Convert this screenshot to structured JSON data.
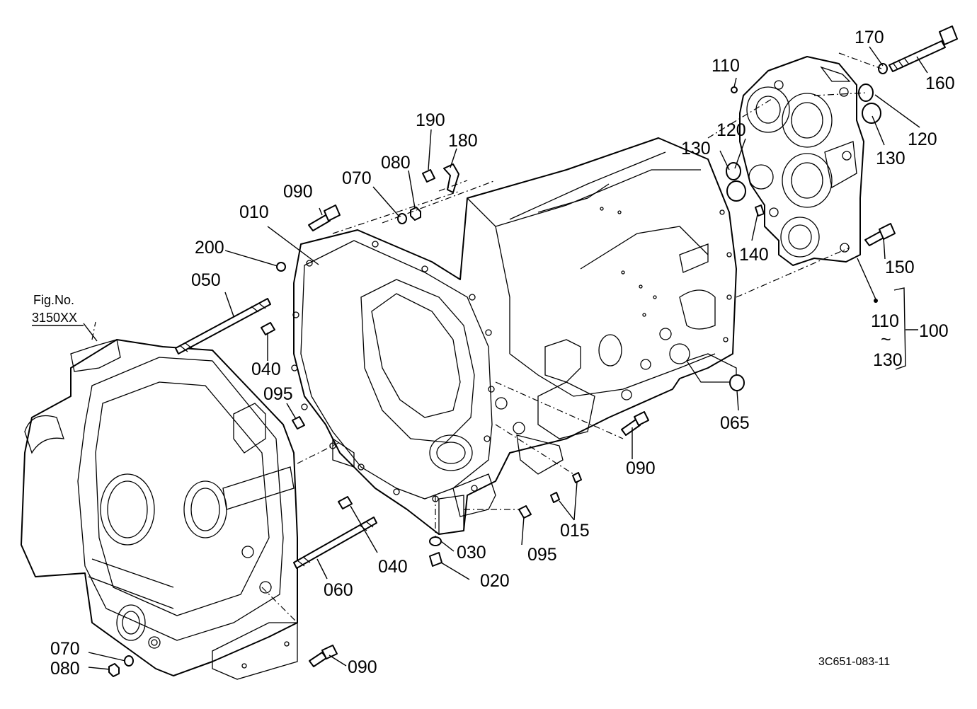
{
  "figure_ref": {
    "line1": "Fig.No.",
    "line2": "3150XX"
  },
  "drawing_code": "3C651-083-11",
  "callouts": {
    "c010": "010",
    "c015": "015",
    "c020": "020",
    "c030": "030",
    "c040a": "040",
    "c040b": "040",
    "c050": "050",
    "c060": "060",
    "c065": "065",
    "c070a": "070",
    "c070b": "070",
    "c080a": "080",
    "c080b": "080",
    "c090a": "090",
    "c090b": "090",
    "c090c": "090",
    "c095a": "095",
    "c095b": "095",
    "c100": "100",
    "c110a": "110",
    "c110b": "110",
    "c120a": "120",
    "c120b": "120",
    "c130a": "130",
    "c130b": "130",
    "c130c": "130",
    "c140": "140",
    "c150": "150",
    "c160": "160",
    "c170": "170",
    "c180": "180",
    "c190": "190",
    "c200": "200"
  },
  "range_separator": "~"
}
